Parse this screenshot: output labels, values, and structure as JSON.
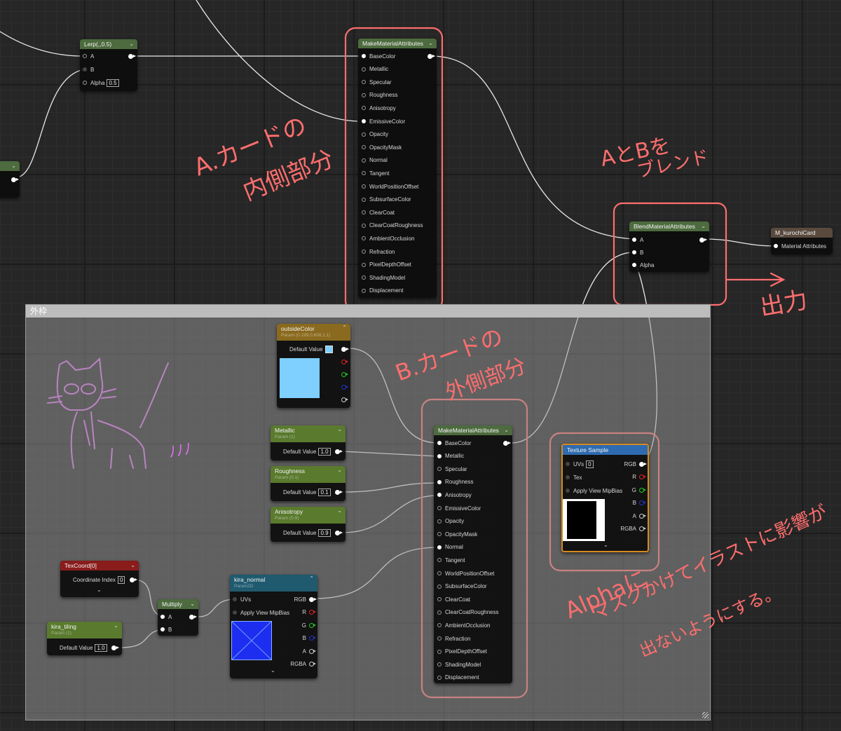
{
  "comment": {
    "title": "外枠"
  },
  "nodes": {
    "lerp": {
      "title": "Lerp(,,0.5)",
      "pins": [
        "A",
        "B",
        "Alpha"
      ],
      "alpha_value": "0.5"
    },
    "mma_top": {
      "title": "MakeMaterialAttributes",
      "pins": [
        "BaseColor",
        "Metallic",
        "Specular",
        "Roughness",
        "Anisotropy",
        "EmissiveColor",
        "Opacity",
        "OpacityMask",
        "Normal",
        "Tangent",
        "WorldPositionOffset",
        "SubsurfaceColor",
        "ClearCoat",
        "ClearCoatRoughness",
        "AmbientOcclusion",
        "Refraction",
        "PixelDepthOffset",
        "ShadingModel",
        "Displacement"
      ]
    },
    "blend": {
      "title": "BlendMaterialAttributes",
      "pins": [
        "A",
        "B",
        "Alpha"
      ]
    },
    "output": {
      "title": "M_kurochiCard",
      "pin": "Material Attributes"
    },
    "outside_color": {
      "title": "outsideColor",
      "subtitle": "Param (0.199,0.608,1,1)",
      "default_label": "Default Value",
      "swatch": "#7fcfff"
    },
    "metallic": {
      "title": "Metallic",
      "subtitle": "Param (1)",
      "default_label": "Default Value",
      "value": "1.0"
    },
    "roughness": {
      "title": "Roughness",
      "subtitle": "Param (0.1)",
      "default_label": "Default Value",
      "value": "0.1"
    },
    "anisotropy": {
      "title": "Anisotropy",
      "subtitle": "Param (0.9)",
      "default_label": "Default Value",
      "value": "0.9"
    },
    "mma_bottom": {
      "title": "MakeMaterialAttributes",
      "pins": [
        "BaseColor",
        "Metallic",
        "Specular",
        "Roughness",
        "Anisotropy",
        "EmissiveColor",
        "Opacity",
        "OpacityMask",
        "Normal",
        "Tangent",
        "WorldPositionOffset",
        "SubsurfaceColor",
        "ClearCoat",
        "ClearCoatRoughness",
        "AmbientOcclusion",
        "Refraction",
        "PixelDepthOffset",
        "ShadingModel",
        "Displacement"
      ]
    },
    "texture_sample": {
      "title": "Texture Sample",
      "pins_in": [
        "UVs",
        "Tex",
        "Apply View MipBias"
      ],
      "uvs_value": "0",
      "pins_out": [
        "RGB",
        "R",
        "G",
        "B",
        "A",
        "RGBA"
      ]
    },
    "texcoord": {
      "title": "TexCoord[0]",
      "label": "Coordinate Index",
      "value": "0"
    },
    "kira_tiling": {
      "title": "kira_tiling",
      "subtitle": "Param (1)",
      "default_label": "Default Value",
      "value": "1.0"
    },
    "multiply": {
      "title": "Multiply",
      "pins": [
        "A",
        "B"
      ]
    },
    "kira_normal": {
      "title": "kira_normal",
      "subtitle": "Param2D",
      "pins_in": [
        "UVs",
        "Apply View MipBias"
      ],
      "pins_out": [
        "RGB",
        "R",
        "G",
        "B",
        "A",
        "RGBA"
      ]
    }
  },
  "annotations": {
    "a_inner_1": "A.カードの",
    "a_inner_2": "内側部分",
    "ab_blend_1": "AとBを",
    "ab_blend_2": "ブレンド",
    "output": "出力",
    "b_outer_1": "B.カードの",
    "b_outer_2": "外側部分",
    "alpha_1": "Alphaに",
    "alpha_2": "マスクかけてイラストに影響が",
    "alpha_3": "出ないようにする。",
    "doodle_marks": "ﾉﾉﾉ"
  },
  "colors": {
    "annotation": "#ff6e6e",
    "doodle": "#e070f0",
    "header_green": "#4d6b3e",
    "header_param_green": "#5a7a2e",
    "header_param_gold": "#8a6a1e",
    "header_red": "#8a1c1c",
    "header_teal": "#1f5a6e",
    "header_tex_blue": "#2e6bb0",
    "header_output": "#5a4a3e",
    "texture_border": "#d88a1e"
  }
}
